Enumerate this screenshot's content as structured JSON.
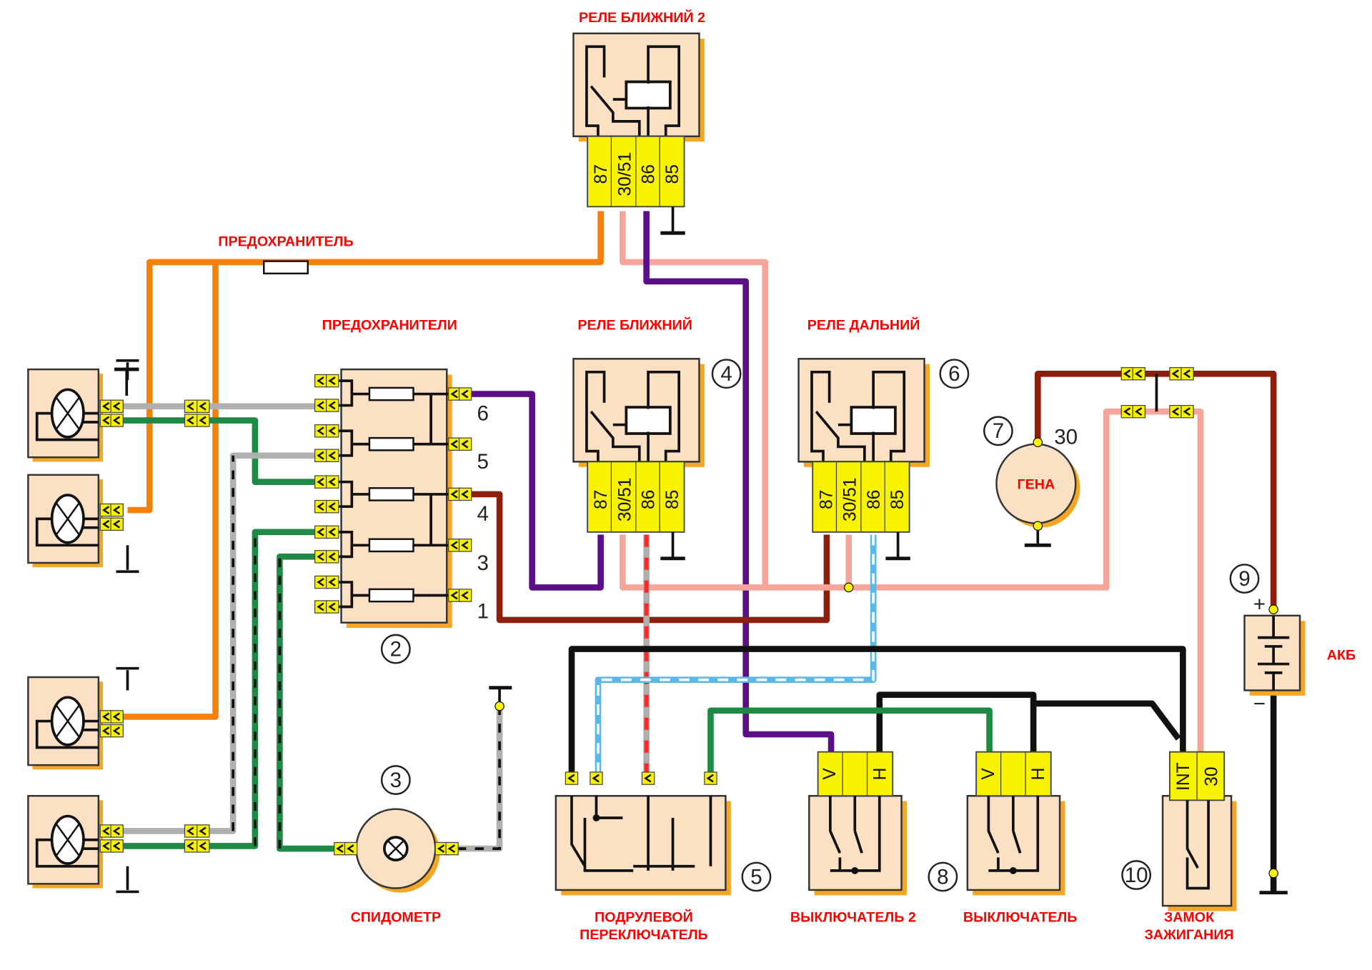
{
  "labels": {
    "relay_low2": "РЕЛЕ БЛИЖНИЙ 2",
    "fuse": "ПРЕДОХРАНИТЕЛЬ",
    "fuses": "ПРЕДОХРАНИТЕЛИ",
    "relay_low": "РЕЛЕ БЛИЖНИЙ",
    "relay_high": "РЕЛЕ ДАЛЬНИЙ",
    "generator": "ГЕНА",
    "battery": "АКБ",
    "speedometer": "СПИДОМЕТР",
    "stalk_switch_1": "ПОДРУЛЕВОЙ",
    "stalk_switch_2": "ПЕРЕКЛЮЧАТЕЛЬ",
    "switch2": "ВЫКЛЮЧАТЕЛЬ 2",
    "switch": "ВЫКЛЮЧАТЕЛЬ",
    "ignition_1": "ЗАМОК",
    "ignition_2": "ЗАЖИГАНИЯ"
  },
  "numbers": {
    "fusebox": "2",
    "speedo": "3",
    "relay_low": "4",
    "stalk": "5",
    "relay_high": "6",
    "gen": "7",
    "switch": "8",
    "battery": "9",
    "ignition": "10"
  },
  "relay_pins": [
    "87",
    "30/51",
    "86",
    "85"
  ],
  "fuse_outputs": [
    "6",
    "5",
    "4",
    "3",
    "1"
  ],
  "gen_terminal": "30",
  "battery_plus": "+",
  "battery_minus": "−",
  "switch_pins": [
    "V",
    "H"
  ],
  "ignition_pins": [
    "INT",
    "30"
  ],
  "wire_colors": {
    "orange": "#f7800a",
    "pink": "#f7a59a",
    "purple": "#5a0f86",
    "brown": "#8b1e0c",
    "green": "#1f8a45",
    "black": "#111111",
    "grey": "#b0b0b0",
    "red": "#ff2a2a",
    "blue": "#5ab8e8"
  }
}
